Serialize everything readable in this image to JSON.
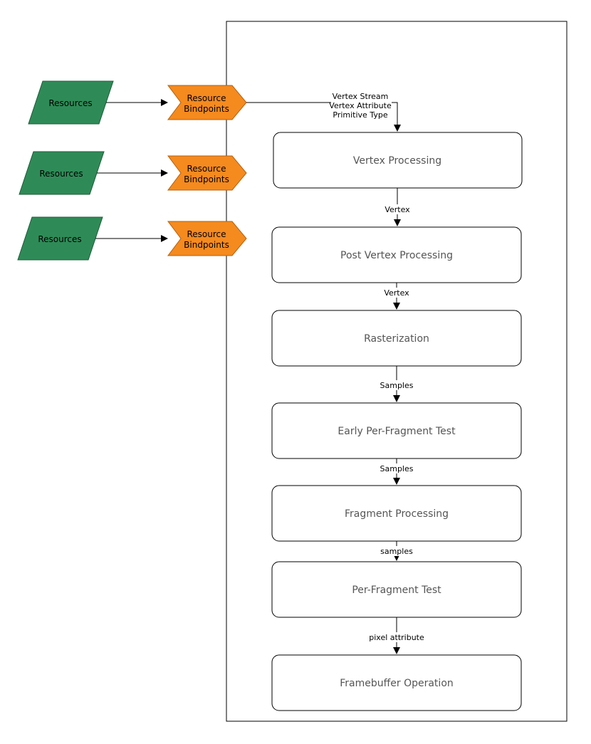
{
  "resources": [
    {
      "label": "Resources"
    },
    {
      "label": "Resources"
    },
    {
      "label": "Resources"
    }
  ],
  "bindpoints": [
    {
      "line1": "Resource",
      "line2": "Bindpoints"
    },
    {
      "line1": "Resource",
      "line2": "Bindpoints"
    },
    {
      "line1": "Resource",
      "line2": "Bindpoints"
    }
  ],
  "input_labels": [
    "Vertex Stream",
    "Vertex Attribute",
    "Primitive Type"
  ],
  "stages": [
    {
      "label": "Vertex Processing"
    },
    {
      "label": "Post Vertex Processing"
    },
    {
      "label": "Rasterization"
    },
    {
      "label": "Early Per-Fragment Test"
    },
    {
      "label": "Fragment Processing"
    },
    {
      "label": "Per-Fragment Test"
    },
    {
      "label": "Framebuffer Operation"
    }
  ],
  "edge_labels": [
    "Vertex",
    "Vertex",
    "Samples",
    "Samples",
    "samples",
    "pixel attribute"
  ],
  "colors": {
    "resource_fill": "#2e8b57",
    "bindpoint_fill": "#f58a1f",
    "stroke": "#000000",
    "stage_text": "#555555"
  }
}
